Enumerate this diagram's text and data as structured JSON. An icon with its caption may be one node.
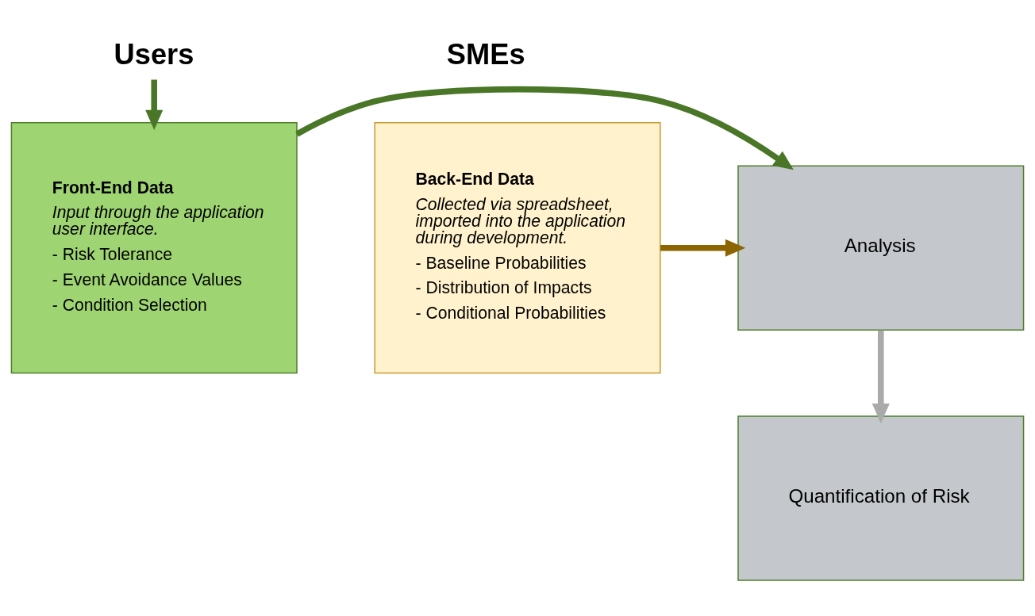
{
  "diagram": {
    "nodes": [
      {
        "text": [
          "Users"
        ]
      },
      {
        "text": [
          "Front-End Data",
          "Input through the application user interface.",
          "- Risk Tolerance",
          "- Event Avoidance Values",
          "- Condition Selection"
        ]
      },
      {
        "text": [
          "Analysis"
        ]
      },
      {
        "text": [
          "Quantification of Risk"
        ]
      },
      {
        "text": [
          "SMEs"
        ]
      },
      {
        "text": [
          "Back-End Data",
          "Collected via spreadsheet, imported into the application during development.",
          "- Baseline Probabilities",
          "- Distribution of Impacts",
          "- Conditional Probabilities"
        ]
      }
    ],
    "edges": [
      {
        "from": 0,
        "to": 1,
        "arrow": "to",
        "color": "#4a7628"
      },
      {
        "from": 1,
        "to": 2,
        "arrow": "to",
        "color": "#4a7628"
      },
      {
        "from": 5,
        "to": 2,
        "arrow": "to",
        "color": "#8c6400"
      },
      {
        "from": 2,
        "to": 3,
        "arrow": "to",
        "color": "#aaaaaa"
      }
    ]
  }
}
